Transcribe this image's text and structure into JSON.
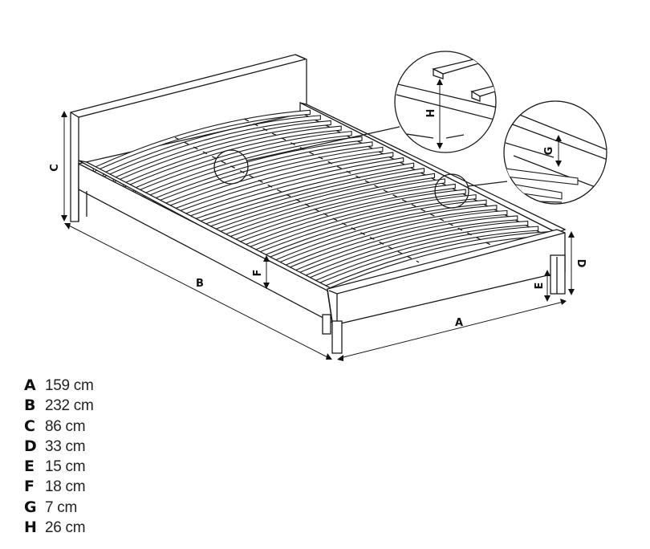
{
  "dimension_labels": {
    "a": "A",
    "b": "B",
    "c": "C",
    "d": "D",
    "e": "E",
    "f": "F",
    "g": "G",
    "h": "H"
  },
  "legend": [
    {
      "key": "A",
      "value": "159 cm"
    },
    {
      "key": "B",
      "value": "232 cm"
    },
    {
      "key": "C",
      "value": "86 cm"
    },
    {
      "key": "D",
      "value": "33 cm"
    },
    {
      "key": "E",
      "value": "15 cm"
    },
    {
      "key": "F",
      "value": "18 cm"
    },
    {
      "key": "G",
      "value": "7 cm"
    },
    {
      "key": "H",
      "value": "26 cm"
    }
  ]
}
